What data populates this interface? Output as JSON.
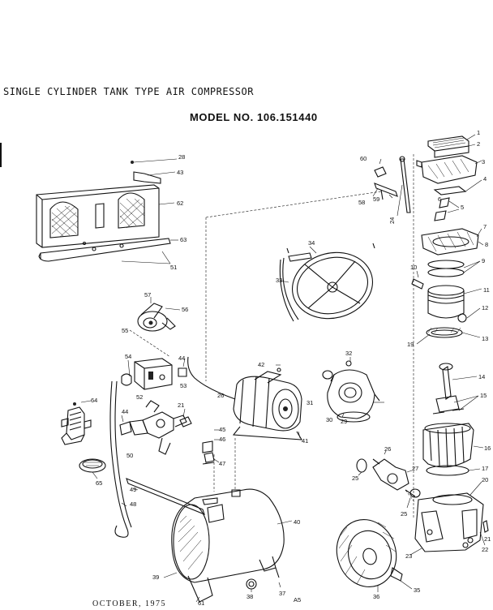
{
  "header": {
    "title": "SINGLE CYLINDER TANK TYPE AIR COMPRESSOR",
    "model": "MODEL NO. 106.151440"
  },
  "footer": {
    "date": "OCTOBER, 1975"
  },
  "callouts": [
    "1",
    "2",
    "3",
    "4",
    "5",
    "6",
    "7",
    "8",
    "9",
    "10",
    "11",
    "12",
    "13",
    "14",
    "15",
    "16",
    "17",
    "19",
    "20",
    "21",
    "22",
    "23",
    "24",
    "25",
    "26",
    "27",
    "28",
    "29",
    "30",
    "31",
    "32",
    "33",
    "34",
    "35",
    "36",
    "37",
    "38",
    "39",
    "40",
    "41",
    "42",
    "43",
    "44",
    "45",
    "46",
    "47",
    "48",
    "49",
    "50",
    "51",
    "52",
    "53",
    "54",
    "55",
    "56",
    "57",
    "58",
    "59",
    "60",
    "61",
    "62",
    "63",
    "64",
    "65",
    "A5"
  ]
}
